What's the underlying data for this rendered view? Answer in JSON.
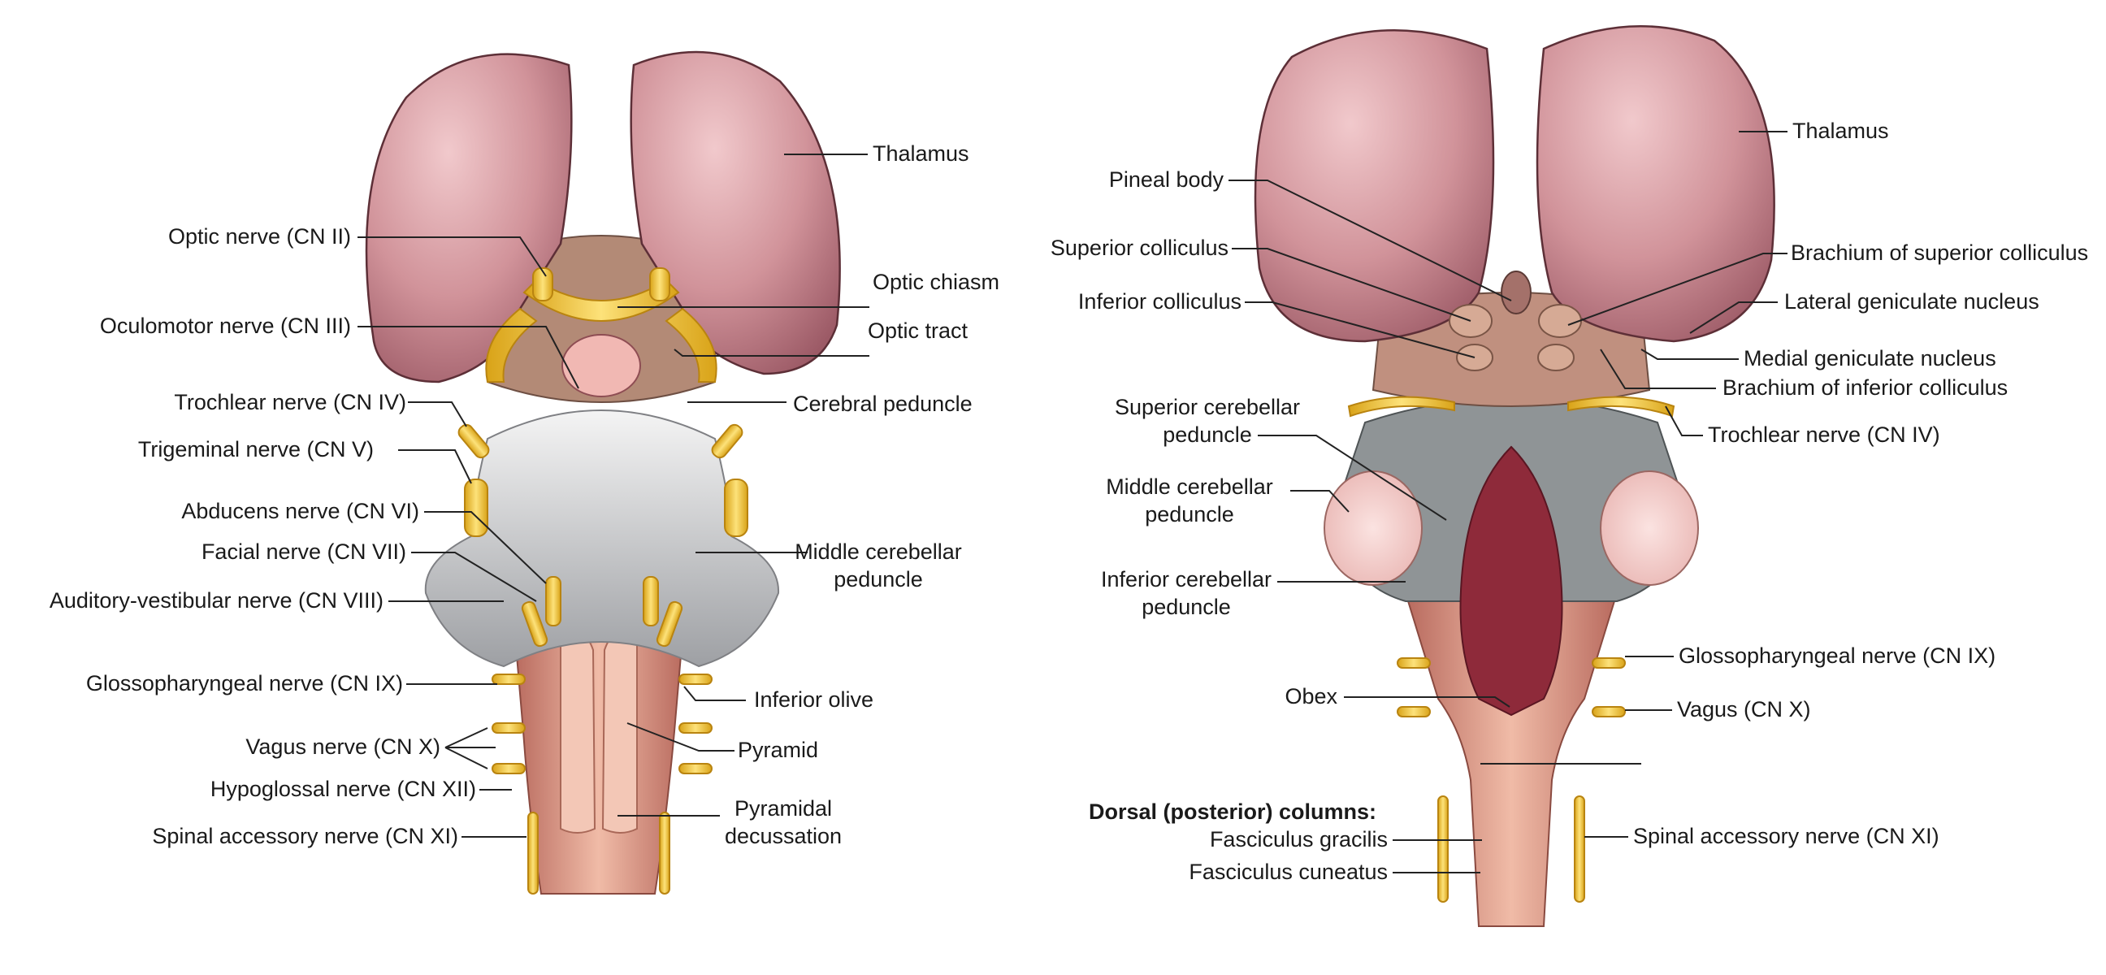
{
  "anterior_view": {
    "labels": {
      "thalamus": "Thalamus",
      "optic_nerve": "Optic nerve (CN II)",
      "optic_chiasm": "Optic chiasm",
      "oculomotor_nerve": "Oculomotor nerve (CN III)",
      "optic_tract": "Optic tract",
      "cerebral_peduncle": "Cerebral peduncle",
      "trochlear_nerve": "Trochlear nerve (CN IV)",
      "trigeminal_nerve": "Trigeminal nerve (CN V)",
      "abducens_nerve": "Abducens nerve (CN VI)",
      "facial_nerve": "Facial nerve (CN VII)",
      "middle_cerebellar_peduncle_1": "Middle cerebellar",
      "middle_cerebellar_peduncle_2": "peduncle",
      "auditory_vestibular_nerve": "Auditory-vestibular nerve (CN VIII)",
      "glossopharyngeal_nerve": "Glossopharyngeal nerve (CN IX)",
      "inferior_olive": "Inferior olive",
      "vagus_nerve": "Vagus nerve (CN X)",
      "pyramid": "Pyramid",
      "hypoglossal_nerve": "Hypoglossal nerve (CN XII)",
      "pyramidal_decussation_1": "Pyramidal",
      "pyramidal_decussation_2": "decussation",
      "spinal_accessory_nerve": "Spinal accessory nerve (CN XI)"
    }
  },
  "posterior_view": {
    "labels": {
      "thalamus": "Thalamus",
      "pineal_body": "Pineal body",
      "superior_colliculus": "Superior colliculus",
      "brachium_superior_colliculus": "Brachium of superior colliculus",
      "inferior_colliculus": "Inferior colliculus",
      "lateral_geniculate_nucleus": "Lateral geniculate nucleus",
      "medial_geniculate_nucleus": "Medial geniculate nucleus",
      "brachium_inferior_colliculus": "Brachium of inferior colliculus",
      "superior_cerebellar_peduncle_1": "Superior cerebellar",
      "superior_cerebellar_peduncle_2": "peduncle",
      "trochlear_nerve": "Trochlear nerve (CN IV)",
      "middle_cerebellar_peduncle_1": "Middle cerebellar",
      "middle_cerebellar_peduncle_2": "peduncle",
      "inferior_cerebellar_peduncle_1": "Inferior cerebellar",
      "inferior_cerebellar_peduncle_2": "peduncle",
      "glossopharyngeal_nerve": "Glossopharyngeal nerve (CN IX)",
      "obex": "Obex",
      "vagus": "Vagus (CN X)",
      "dorsal_columns": "Dorsal (posterior) columns:",
      "fasciculus_gracilis": "Fasciculus gracilis",
      "spinal_accessory_nerve": "Spinal accessory nerve (CN XI)",
      "fasciculus_cuneatus": "Fasciculus cuneatus"
    }
  },
  "colors": {
    "thalamus": "#c98a93",
    "nerve": "#f2c531",
    "cerebellar_peduncle": "#d5d6d8",
    "medulla": "#d99683",
    "floor_fourth_ventricle": "#8e2a3a"
  }
}
